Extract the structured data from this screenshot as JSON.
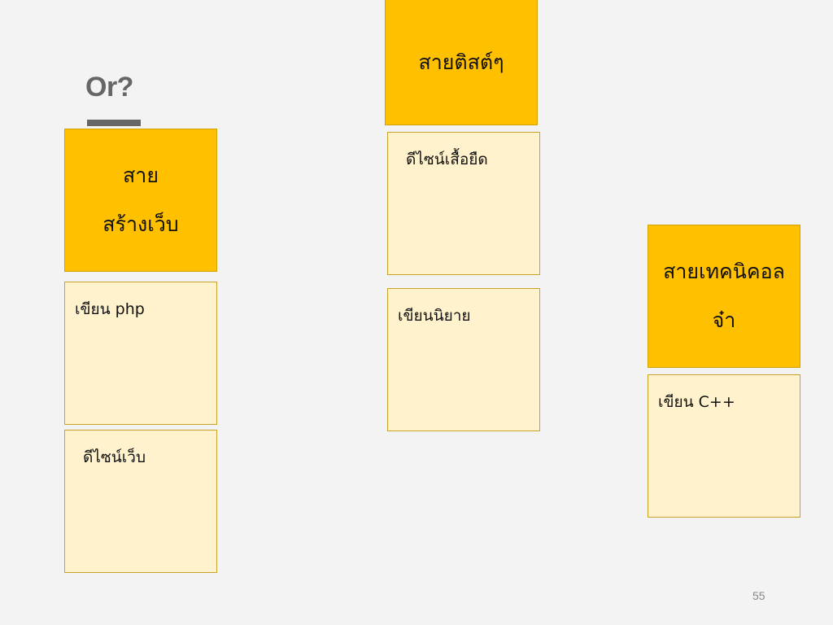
{
  "slide": {
    "title": "Or?",
    "page_number": "55"
  },
  "columns": [
    {
      "header_lines": [
        "สาย",
        "สร้างเว็บ"
      ],
      "cards": [
        "เขียน php",
        "ดีไซน์เว็บ"
      ]
    },
    {
      "header_lines": [
        "สายติสต์ๆ"
      ],
      "cards": [
        "ดีไซน์เสื้อยืด",
        "เขียนนิยาย"
      ]
    },
    {
      "header_lines": [
        "สายเทคนิคอล",
        "จ๋า"
      ],
      "cards": [
        "เขียน C++"
      ]
    }
  ],
  "colors": {
    "header_fill": "#ffc000",
    "card_fill": "#fff2cc",
    "title_color": "#666666"
  }
}
